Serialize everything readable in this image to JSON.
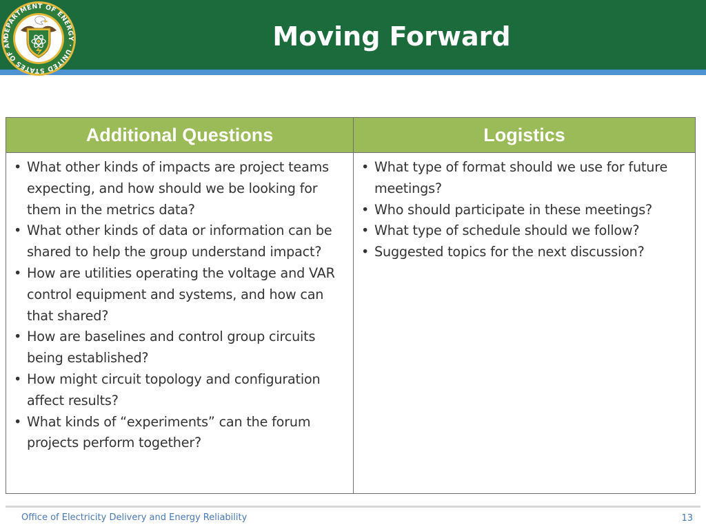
{
  "slide": {
    "title": "Moving Forward",
    "seal": {
      "ring_text": "DEPARTMENT OF ENERGY · UNITED STATES OF AMERICA ·",
      "ring_color": "#2e7d3a",
      "gold": "#e2b93b"
    }
  },
  "table": {
    "headers": [
      "Additional Questions",
      "Logistics"
    ],
    "header_color": "#9bbb59",
    "col1_items": [
      "What other kinds of impacts are project teams expecting, and how should we be looking for them in the metrics data?",
      "What other kinds of data or information can be shared to help the group understand impact?",
      "How are utilities operating the voltage and VAR control equipment and systems, and how can that shared?",
      "How are baselines and control group circuits being established?",
      "How might circuit topology and configuration affect results?",
      "What kinds of “experiments” can the forum projects perform together?"
    ],
    "col2_items": [
      "What type of format should we use for future meetings?",
      "Who should participate in these meetings?",
      "What type of schedule should we follow?",
      "Suggested topics for the next discussion?"
    ]
  },
  "footer": {
    "text": "Office of Electricity Delivery and Energy Reliability",
    "page_number": "13"
  },
  "colors": {
    "header_bg": "#1b6b3c",
    "header_stripe": "#4d92d2",
    "footer_text": "#4878b4"
  }
}
